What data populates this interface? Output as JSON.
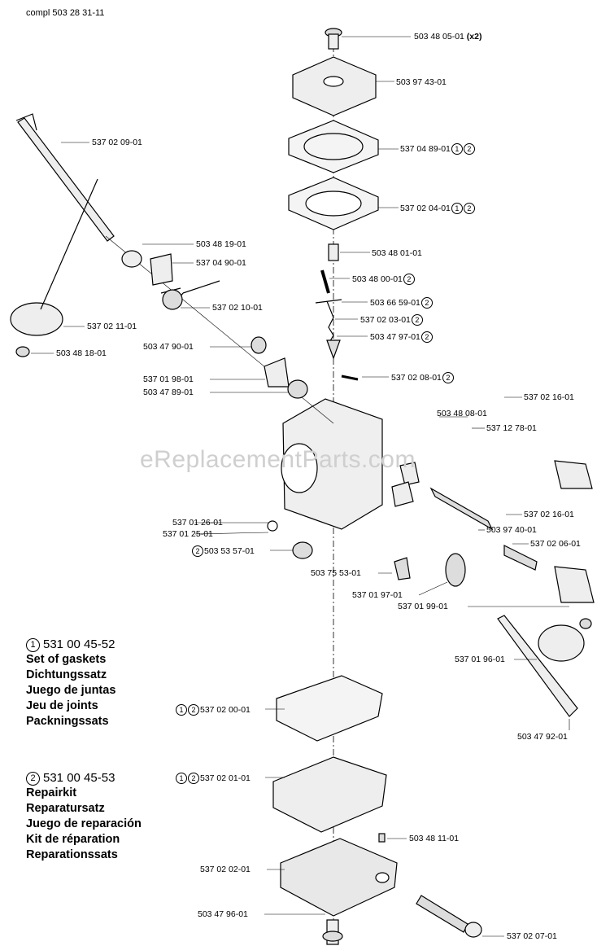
{
  "header": {
    "prefix": "compl",
    "part": "503 28 31-11"
  },
  "watermark": "eReplacementParts.com",
  "labels": [
    {
      "id": "l1",
      "num": "503 48 05-01",
      "suffix": " (x2)",
      "circles": []
    },
    {
      "id": "l2",
      "num": "503 97 43-01",
      "circles": []
    },
    {
      "id": "l3",
      "num": "537 04 89-01",
      "circles": [
        "1",
        "2"
      ]
    },
    {
      "id": "l4",
      "num": "537 02 04-01",
      "circles": [
        "1",
        "2"
      ]
    },
    {
      "id": "l5",
      "num": "503 48 01-01",
      "circles": []
    },
    {
      "id": "l6",
      "num": "503 48 00-01",
      "circles": [
        "2"
      ]
    },
    {
      "id": "l7",
      "num": "503 66 59-01",
      "circles": [
        "2"
      ]
    },
    {
      "id": "l8",
      "num": "537 02 03-01",
      "circles": [
        "2"
      ]
    },
    {
      "id": "l9",
      "num": "503 47 97-01",
      "circles": [
        "2"
      ]
    },
    {
      "id": "l10",
      "num": "537 02 08-01",
      "circles": [
        "2"
      ]
    },
    {
      "id": "l11",
      "num": "537 02 09-01",
      "circles": []
    },
    {
      "id": "l12",
      "num": "503 48 19-01",
      "circles": []
    },
    {
      "id": "l13",
      "num": "537 04 90-01",
      "circles": []
    },
    {
      "id": "l14",
      "num": "537 02 10-01",
      "circles": []
    },
    {
      "id": "l15",
      "num": "537 02 11-01",
      "circles": []
    },
    {
      "id": "l16",
      "num": "503 48 18-01",
      "circles": []
    },
    {
      "id": "l17",
      "num": "503 47 90-01",
      "circles": []
    },
    {
      "id": "l18",
      "num": "537 01 98-01",
      "circles": []
    },
    {
      "id": "l19",
      "num": "503 47 89-01",
      "circles": []
    },
    {
      "id": "l20",
      "num": "537 02 16-01",
      "circles": []
    },
    {
      "id": "l21",
      "num": "503 48 08-01",
      "circles": []
    },
    {
      "id": "l22",
      "num": "537 12 78-01",
      "circles": []
    },
    {
      "id": "l23",
      "num": "537 01 26-01",
      "circles": []
    },
    {
      "id": "l24",
      "num": "537 01 25-01",
      "circles": []
    },
    {
      "id": "l25",
      "num": "503 53 57-01",
      "prefixCircles": [
        "2"
      ],
      "circles": []
    },
    {
      "id": "l26",
      "num": "537 02 16-01",
      "circles": []
    },
    {
      "id": "l27",
      "num": "503 97 40-01",
      "circles": []
    },
    {
      "id": "l28",
      "num": "537 02 06-01",
      "circles": []
    },
    {
      "id": "l29",
      "num": "503 75 53-01",
      "circles": []
    },
    {
      "id": "l30",
      "num": "537 01 97-01",
      "circles": []
    },
    {
      "id": "l31",
      "num": "537 01 99-01",
      "circles": []
    },
    {
      "id": "l32",
      "num": "537 01 96-01",
      "circles": []
    },
    {
      "id": "l33",
      "num": "503 47 92-01",
      "circles": []
    },
    {
      "id": "l34",
      "num": "537 02 00-01",
      "prefixCircles": [
        "1",
        "2"
      ],
      "circles": []
    },
    {
      "id": "l35",
      "num": "537 02 01-01",
      "prefixCircles": [
        "1",
        "2"
      ],
      "circles": []
    },
    {
      "id": "l36",
      "num": "503 48 11-01",
      "circles": []
    },
    {
      "id": "l37",
      "num": "537 02 02-01",
      "circles": []
    },
    {
      "id": "l38",
      "num": "503 47 96-01",
      "circles": []
    },
    {
      "id": "l39",
      "num": "537 02 07-01",
      "circles": []
    }
  ],
  "kits": [
    {
      "mark": "1",
      "number": "531 00 45-52",
      "names": [
        "Set of gaskets",
        "Dichtungssatz",
        "Juego de juntas",
        "Jeu de joints",
        "Packningssats"
      ]
    },
    {
      "mark": "2",
      "number": "531 00 45-53",
      "names": [
        "Repairkit",
        "Reparatursatz",
        "Juego de reparación",
        "Kit de réparation",
        "Reparationssats"
      ]
    }
  ]
}
